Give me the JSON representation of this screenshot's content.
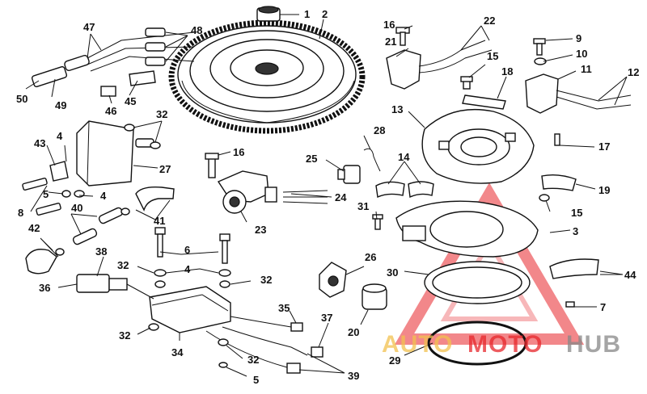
{
  "callouts": {
    "c1": "1",
    "c2": "2",
    "c3": "3",
    "c4a": "4",
    "c4b": "4",
    "c4c": "4",
    "c5a": "5",
    "c5b": "5",
    "c6": "6",
    "c7": "7",
    "c8": "8",
    "c9": "9",
    "c10": "10",
    "c11": "11",
    "c12": "12",
    "c13": "13",
    "c14": "14",
    "c15a": "15",
    "c15b": "15",
    "c16a": "16",
    "c16b": "16",
    "c17": "17",
    "c18": "18",
    "c19": "19",
    "c20": "20",
    "c21": "21",
    "c22": "22",
    "c23": "23",
    "c24": "24",
    "c25": "25",
    "c26": "26",
    "c27": "27",
    "c28": "28",
    "c29": "29",
    "c30": "30",
    "c31": "31",
    "c32a": "32",
    "c32b": "32",
    "c32c": "32",
    "c32d": "32",
    "c32e": "32",
    "c34": "34",
    "c35": "35",
    "c36": "36",
    "c37": "37",
    "c38": "38",
    "c39": "39",
    "c40": "40",
    "c41": "41",
    "c42": "42",
    "c43": "43",
    "c44": "44",
    "c45": "45",
    "c46": "46",
    "c47": "47",
    "c48": "48",
    "c49": "49",
    "c50": "50"
  },
  "watermark": {
    "part1": "AUTO",
    "part2": "MOTO",
    "part3": "HUB",
    "color_primary": "#e8262b",
    "color_secondary": "#f2c14e",
    "color_tertiary": "#888888"
  }
}
